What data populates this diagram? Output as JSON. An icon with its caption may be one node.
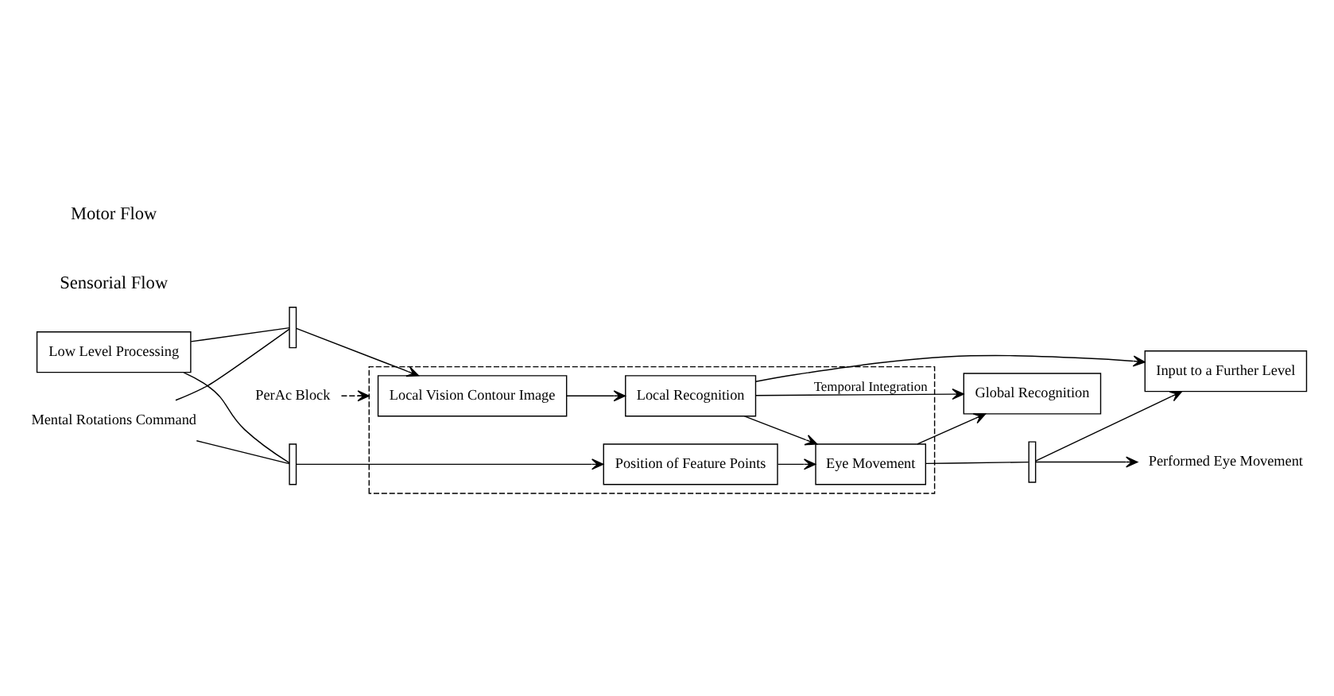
{
  "diagram": {
    "nodes": [
      {
        "text": [
          "PerAc Block"
        ]
      },
      {
        "text": [],
        "shape": "box"
      },
      {
        "text": [
          "Low Level Processing"
        ]
      },
      {
        "text": [
          "Local Vision Contour Image"
        ],
        "in": 1
      },
      {
        "text": [
          "Local Recognition"
        ],
        "in": 1
      },
      {
        "text": [
          "Position of Feature Points"
        ],
        "in": 1
      },
      {
        "text": [
          "Eye Movement"
        ],
        "in": 1
      },
      {
        "text": [
          "Global Recognition"
        ]
      },
      {
        "text": [
          "Input to a Further Level"
        ]
      },
      {
        "text": [
          "Mental Rotations Command"
        ]
      },
      {
        "text": [
          "Performed Eye Movement"
        ]
      },
      {
        "text": [],
        "shape": "bar"
      },
      {
        "text": [],
        "shape": "bar"
      },
      {
        "text": [],
        "shape": "bar"
      }
    ],
    "edges": [
      {
        "from": 0,
        "to": 1,
        "arrow": "to",
        "style": "dashed"
      },
      {
        "from": 2,
        "to": 11,
        "arrow": "none"
      },
      {
        "from": 11,
        "to": 3,
        "arrow": "to"
      },
      {
        "from": 2,
        "to": 12,
        "arrow": "none"
      },
      {
        "from": 12,
        "to": 5,
        "arrow": "to"
      },
      {
        "from": 9,
        "to": 12,
        "arrow": "none"
      },
      {
        "from": 9,
        "to": 11,
        "arrow": "none"
      },
      {
        "from": 3,
        "to": 4,
        "arrow": "to"
      },
      {
        "from": 5,
        "to": 6,
        "arrow": "to"
      },
      {
        "from": 4,
        "to": 8,
        "arrow": "to"
      },
      {
        "from": 4,
        "to": 6,
        "arrow": "to"
      },
      {
        "from": 4,
        "to": 7,
        "arrow": "to",
        "label": "Temporal Integration"
      },
      {
        "from": 6,
        "to": 7,
        "arrow": "to"
      },
      {
        "from": 6,
        "to": 13,
        "arrow": "none"
      },
      {
        "from": 13,
        "to": 8,
        "arrow": "to"
      },
      {
        "from": 13,
        "to": 10,
        "arrow": "to"
      }
    ],
    "labels": [
      "Sensorial Flow",
      "Motor Flow"
    ]
  }
}
